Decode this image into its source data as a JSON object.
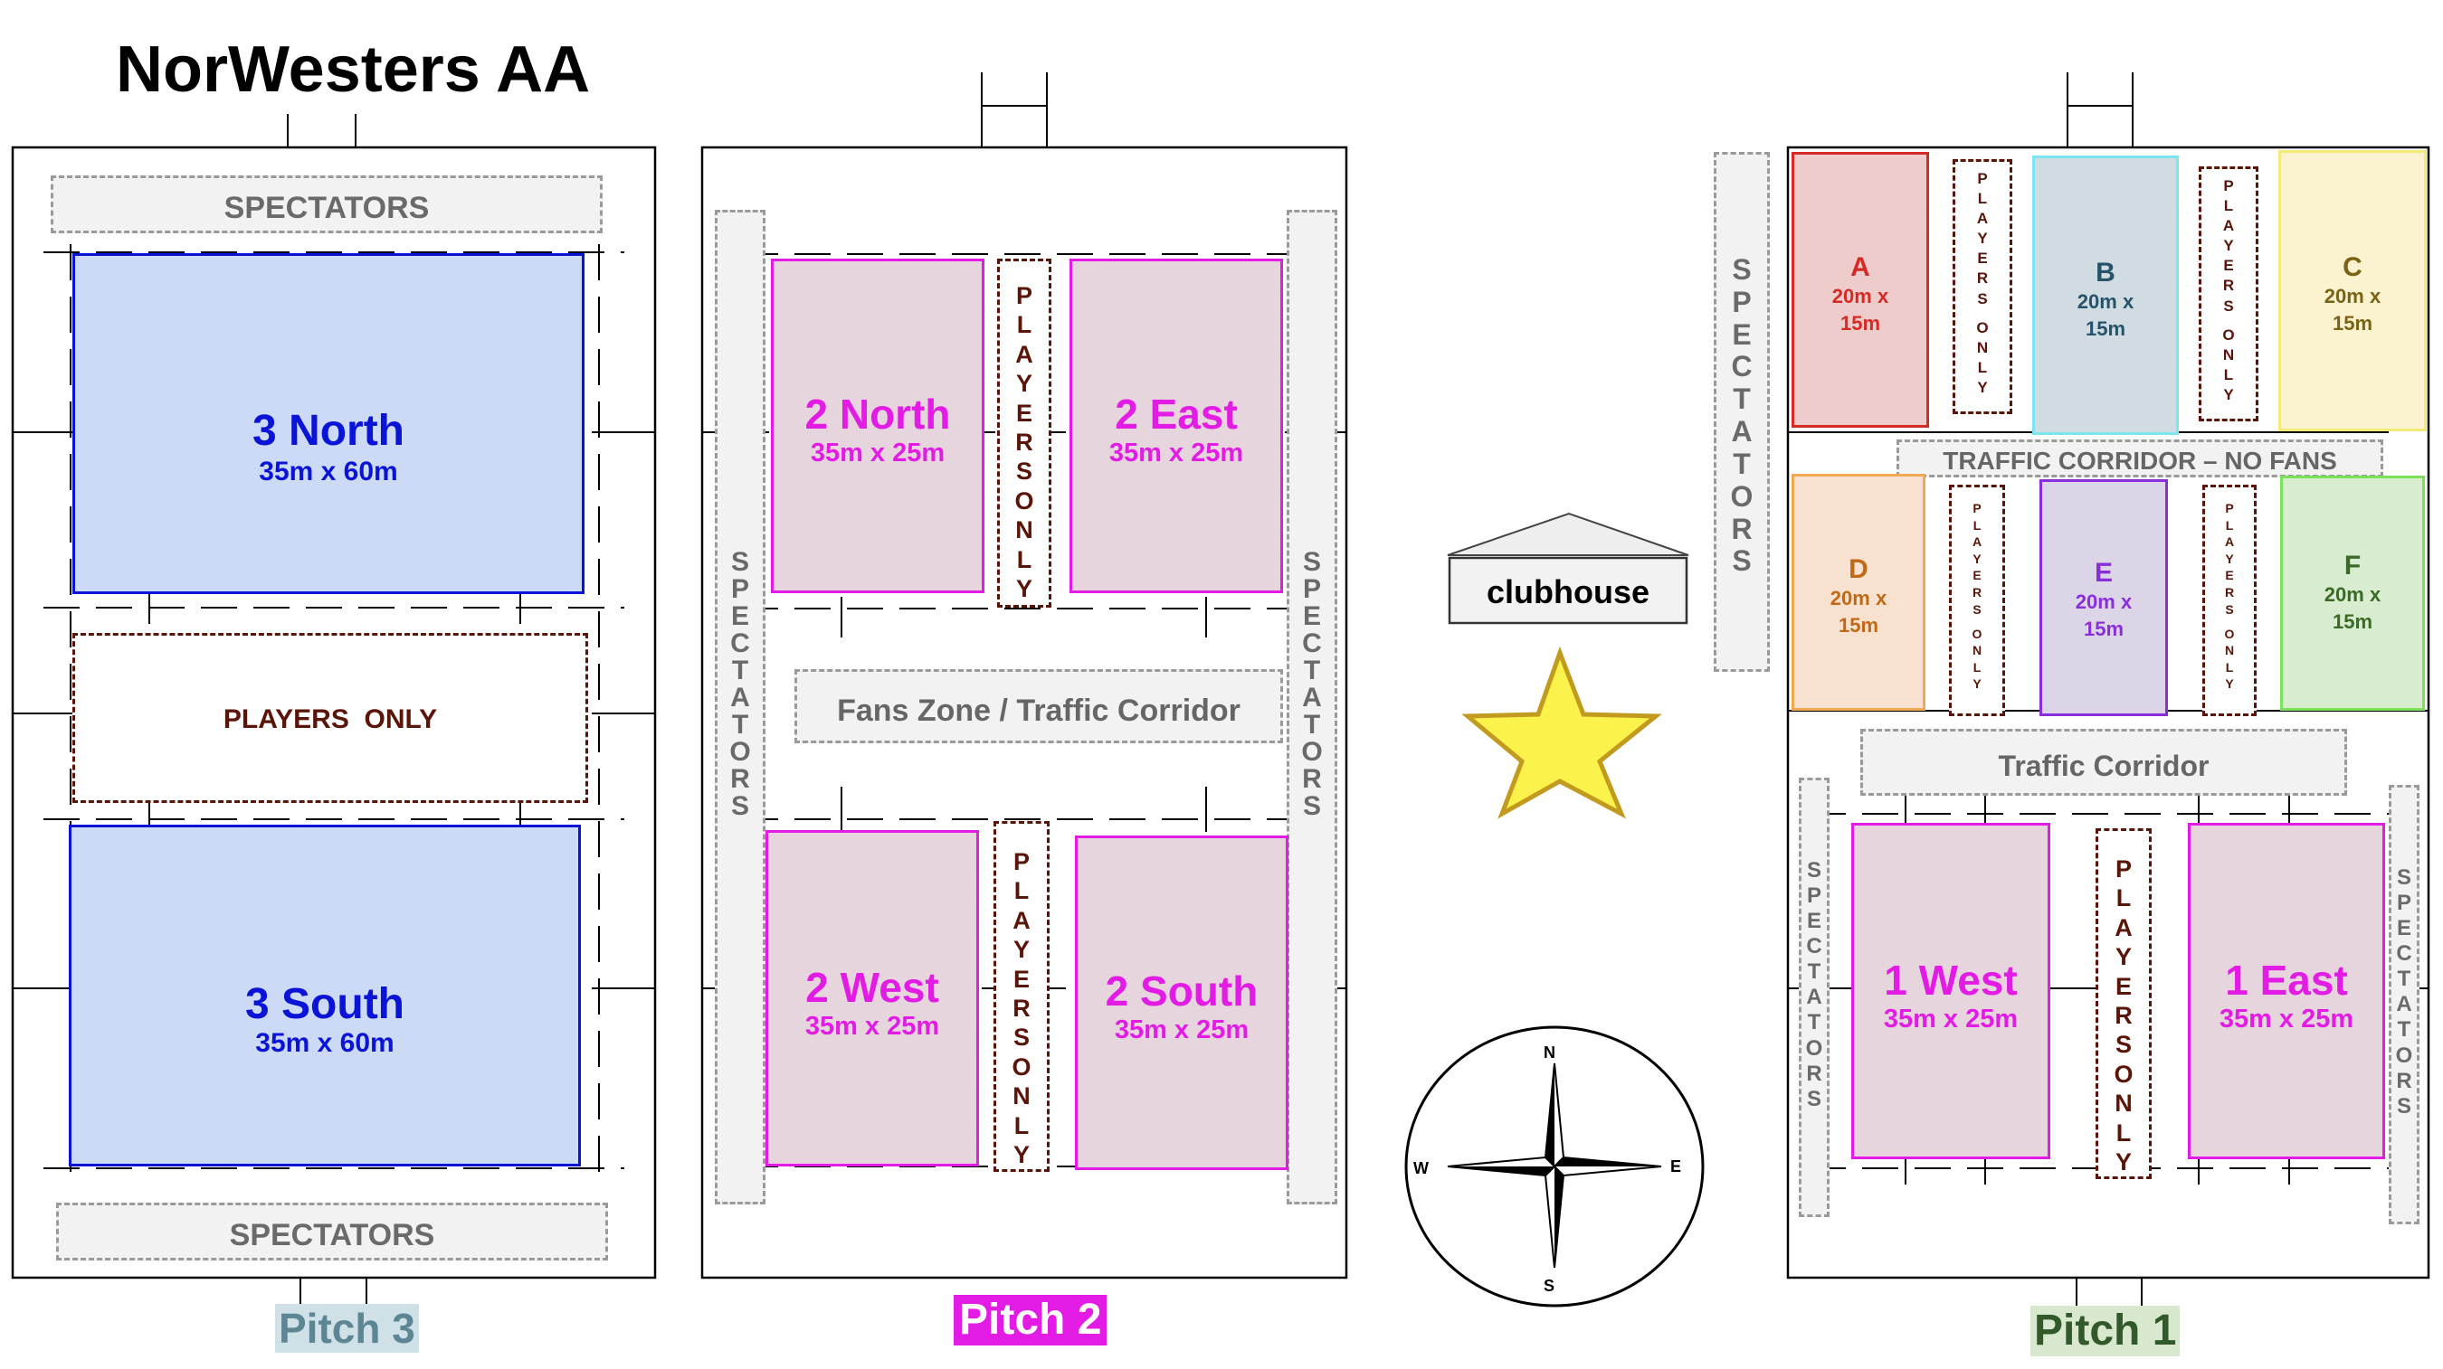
{
  "title": "NorWesters AA",
  "pitch3": {
    "caption": "Pitch 3",
    "spectators_top": "SPECTATORS",
    "spectators_bottom": "SPECTATORS",
    "north": {
      "name": "3 North",
      "size": "35m x 60m"
    },
    "players_only": "PLAYERS  ONLY",
    "south": {
      "name": "3 South",
      "size": "35m x 60m"
    }
  },
  "pitch2": {
    "caption": "Pitch 2",
    "spectators_left": "SPECTATORS",
    "spectators_right": "SPECTATORS",
    "north": {
      "name": "2 North",
      "size": "35m x 25m"
    },
    "east": {
      "name": "2 East",
      "size": "35m x 25m"
    },
    "west": {
      "name": "2 West",
      "size": "35m x 25m"
    },
    "south": {
      "name": "2 South",
      "size": "35m x 25m"
    },
    "players_only_top": "PLAYERSONLY",
    "players_only_bottom": "PLAYERSONLY",
    "fans_zone": "Fans Zone / Traffic Corridor"
  },
  "clubhouse": "clubhouse",
  "compass": {
    "n": "N",
    "s": "S",
    "e": "E",
    "w": "W"
  },
  "pitch1": {
    "caption": "Pitch 1",
    "spectators_outer": "SPECTATORS",
    "spectators_left": "SPECTATORS",
    "spectators_right": "SPECTATORS",
    "small_pitches": [
      {
        "letter": "A",
        "size_line1": "20m x",
        "size_line2": "15m"
      },
      {
        "letter": "B",
        "size_line1": "20m x",
        "size_line2": "15m"
      },
      {
        "letter": "C",
        "size_line1": "20m x",
        "size_line2": "15m"
      },
      {
        "letter": "D",
        "size_line1": "20m x",
        "size_line2": "15m"
      },
      {
        "letter": "E",
        "size_line1": "20m x",
        "size_line2": "15m"
      },
      {
        "letter": "F",
        "size_line1": "20m x",
        "size_line2": "15m"
      }
    ],
    "players_only": "PLAYERS ONLY",
    "players_only_bottom": "PLAYERSONLY",
    "corridor_no_fans": "TRAFFIC CORRIDOR – NO FANS",
    "traffic_corridor": "Traffic Corridor",
    "west": {
      "name": "1 West",
      "size": "35m x 25m"
    },
    "east": {
      "name": "1 East",
      "size": "35m x 25m"
    }
  },
  "colors": {
    "pitch3_fill": "#ccdaf5",
    "pitch3_text": "#0a14d6",
    "pitch2_fill": "#e7d5de",
    "pitch2_text": "#e21ce4",
    "players_text": "#5a1508",
    "caption3_bg": "#cfe0e6",
    "caption3_text": "#5d8694",
    "caption2_bg": "#e21ce4",
    "caption1_bg": "#d7e8cf",
    "caption1_text": "#31592a",
    "star_fill": "#fbf24c",
    "star_stroke": "#c29a1e"
  }
}
